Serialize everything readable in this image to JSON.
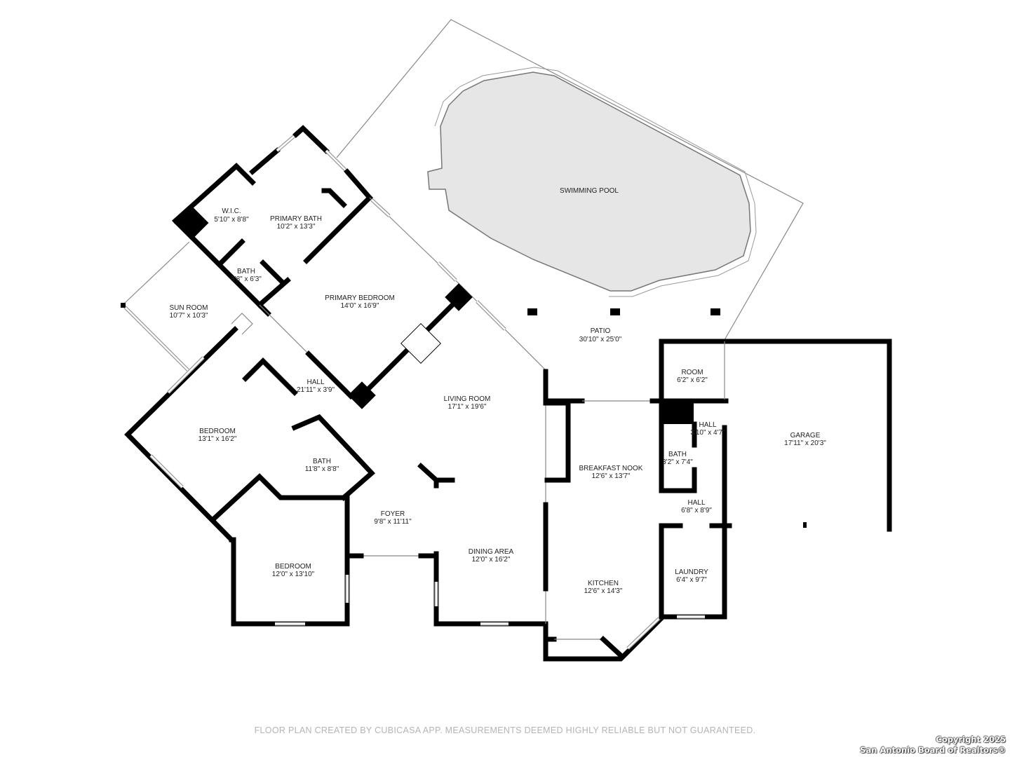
{
  "rooms": [
    {
      "name": "SWIMMING POOL",
      "size": ""
    },
    {
      "name": "W.I.C.",
      "size": "5'10\" x 8'8\""
    },
    {
      "name": "PRIMARY BATH",
      "size": "10'2\" x 13'3\""
    },
    {
      "name": "BATH",
      "size": "3'8\" x 6'3\""
    },
    {
      "name": "SUN ROOM",
      "size": "10'7\" x 10'3\""
    },
    {
      "name": "PRIMARY BEDROOM",
      "size": "14'0\" x 16'9\""
    },
    {
      "name": "PATIO",
      "size": "30'10\" x 25'0\""
    },
    {
      "name": "HALL",
      "size": "21'11\" x 3'9\""
    },
    {
      "name": "LIVING ROOM",
      "size": "17'1\" x 19'6\""
    },
    {
      "name": "ROOM",
      "size": "6'2\" x 6'2\""
    },
    {
      "name": "HALL",
      "size": "3'10\" x 4'7\""
    },
    {
      "name": "GARAGE",
      "size": "17'11\" x 20'3\""
    },
    {
      "name": "BEDROOM",
      "size": "13'1\" x 16'2\""
    },
    {
      "name": "BATH",
      "size": "11'8\" x 8'8\""
    },
    {
      "name": "BREAKFAST NOOK",
      "size": "12'6\" x 13'7\""
    },
    {
      "name": "BATH",
      "size": "3'2\" x 7'4\""
    },
    {
      "name": "HALL",
      "size": "6'8\" x 8'9\""
    },
    {
      "name": "FOYER",
      "size": "9'8\" x 11'11\""
    },
    {
      "name": "DINING AREA",
      "size": "12'0\" x 16'2\""
    },
    {
      "name": "LAUNDRY",
      "size": "6'4\" x 9'7\""
    },
    {
      "name": "BEDROOM",
      "size": "12'0\" x 13'10\""
    },
    {
      "name": "KITCHEN",
      "size": "12'6\" x 14'3\""
    }
  ],
  "footer": "FLOOR PLAN CREATED BY CUBICASA APP. MEASUREMENTS DEEMED HIGHLY RELIABLE BUT NOT GUARANTEED.",
  "copyright": {
    "line1": "Copyright 2025",
    "line2": "San Antonio Board of Realtors®"
  },
  "colors": {
    "pool": "#e6e6e6",
    "wall": "#000000",
    "footer": "#b4b4b4"
  }
}
